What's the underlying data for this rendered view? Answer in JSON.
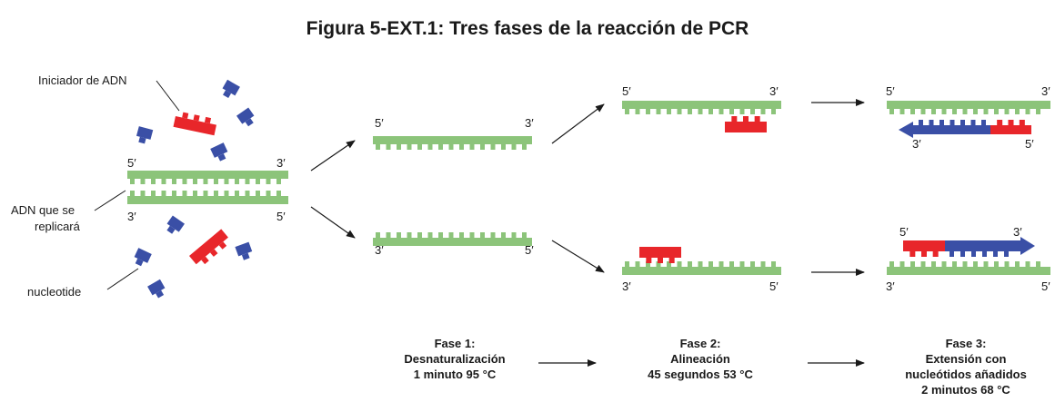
{
  "title": "Figura 5-EXT.1: Tres fases de la reacción de PCR",
  "labels": {
    "primer": "Iniciador de ADN",
    "dna_line1": "ADN que se",
    "dna_line2": "replicará",
    "nucleotide": "nucleotide"
  },
  "ends": {
    "five": "5′",
    "three": "3′"
  },
  "phases": [
    {
      "line1": "Fase 1:",
      "line2": "Desnaturalización",
      "line3": "1 minuto 95 °C",
      "line4": ""
    },
    {
      "line1": "Fase 2:",
      "line2": "Alineación",
      "line3": "45 segundos 53 °C",
      "line4": ""
    },
    {
      "line1": "Fase 3:",
      "line2": "Extensión con",
      "line3": "nucleótidos añadidos",
      "line4": "2 minutos 68 °C"
    }
  ],
  "colors": {
    "dna_strand": "#8cc47a",
    "primer": "#e8262a",
    "nucleotide": "#3a4fa6",
    "arrow": "#1a1a1a"
  }
}
